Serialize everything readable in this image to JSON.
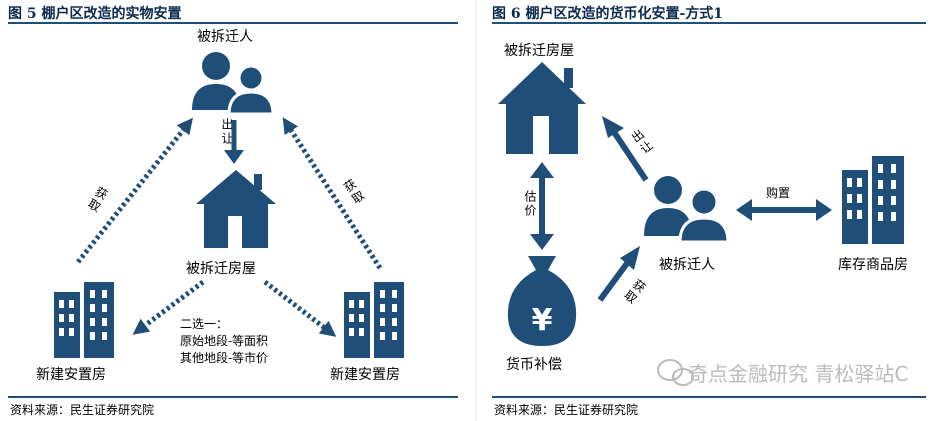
{
  "colors": {
    "navy": "#1f4e79",
    "title": "#0a2a4e",
    "watermark": "#bbbbbb"
  },
  "left": {
    "title": "图 5 棚户区改造的实物安置",
    "source": "资料来源：民生证券研究院",
    "displaced_people": "被拆迁人",
    "arrow_transfer": "出让",
    "house": "被拆迁房屋",
    "arrow_obtain_left": "获取",
    "arrow_obtain_right": "获取",
    "choose_note": [
      "二选一：",
      "原始地段-等面积",
      "其他地段-等市价"
    ],
    "new_housing_left": "新建安置房",
    "new_housing_right": "新建安置房"
  },
  "right": {
    "title": "图 6 棚户区改造的货币化安置-方式1",
    "source": "资料来源：民生证券研究院",
    "house": "被拆迁房屋",
    "valuation": "估价",
    "money_compensation": "货币补偿",
    "currency_symbol": "¥",
    "transfer": "出让",
    "obtain": "获取",
    "displaced_people": "被拆迁人",
    "purchase": "购置",
    "inventory_housing": "库存商品房"
  },
  "watermark": "奇点金融研究 青松驿站C"
}
